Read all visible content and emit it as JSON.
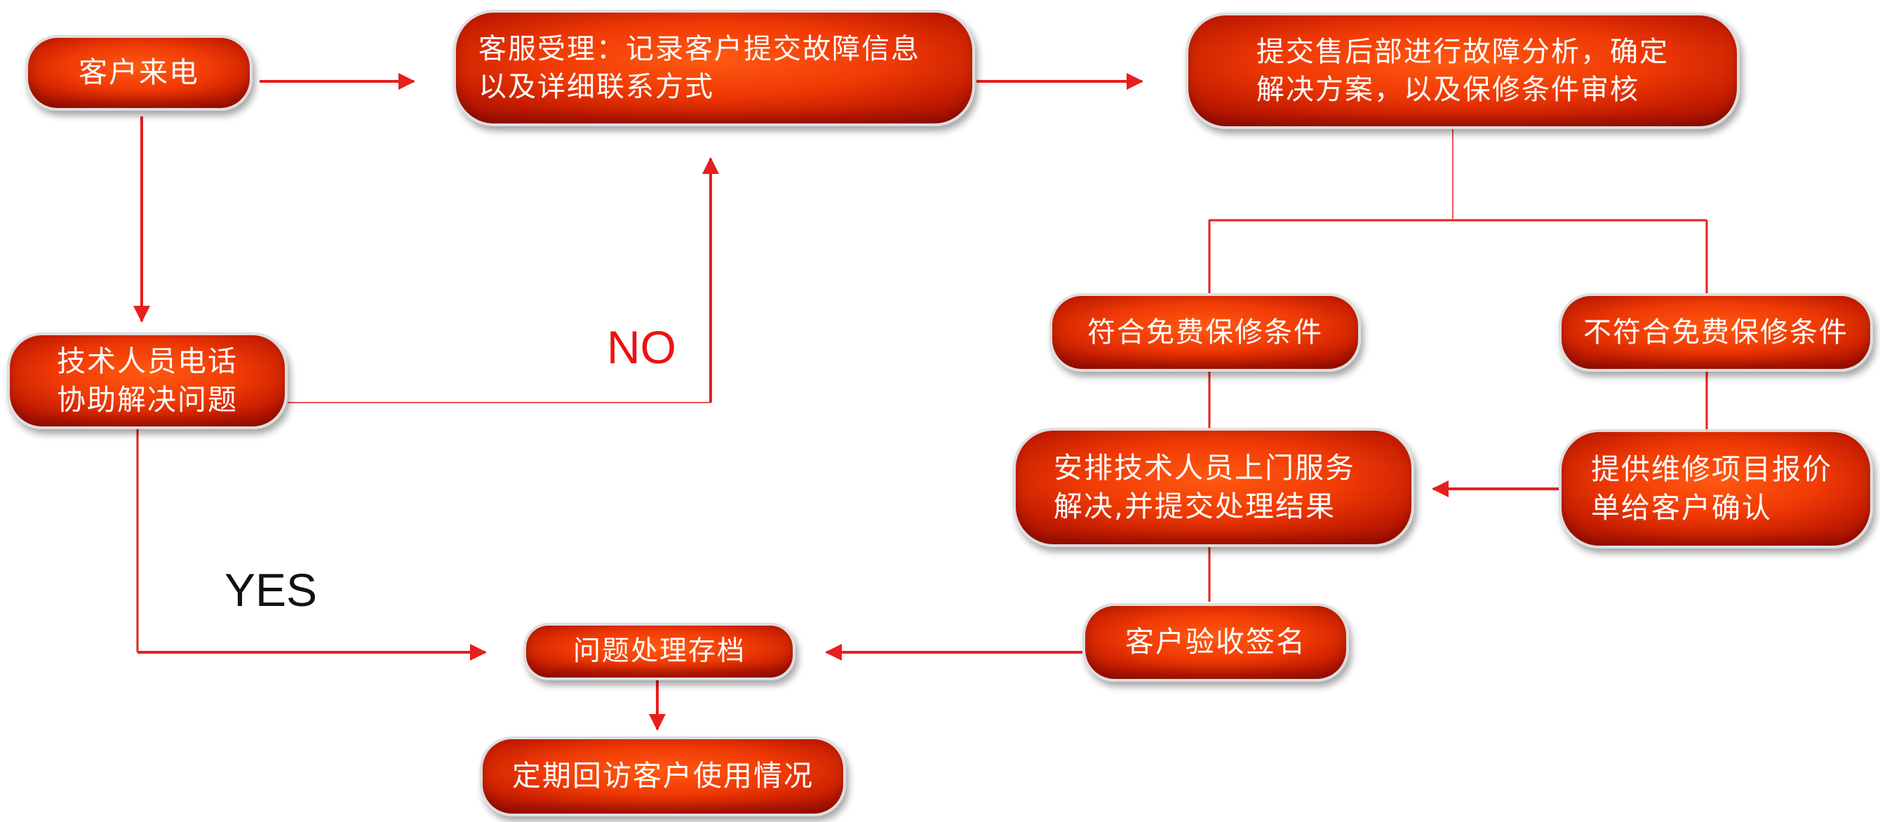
{
  "colors": {
    "arrow": "#e81e1e",
    "node_fill": "#f03a05",
    "node_border": "#dedede",
    "no_label": "#ee1111",
    "yes_label": "#111111"
  },
  "nodes": {
    "customer_call": "客户来电",
    "cs_accept": "客服受理：记录客户提交故障信息\n以及详细联系方式",
    "submit_after_sales": "提交售后部进行故障分析，确定\n解决方案，以及保修条件审核",
    "tech_phone_help": "技术人员电话\n协助解决问题",
    "meets_free_warranty": "符合免费保修条件",
    "not_meets_free_warranty": "不符合免费保修条件",
    "onsite_service": "安排技术人员上门服务\n解决,并提交处理结果",
    "repair_quote": "提供维修项目报价\n单给客户确认",
    "customer_sign": "客户验收签名",
    "archive": "问题处理存档",
    "follow_up": "定期回访客户使用情况"
  },
  "labels": {
    "no": "NO",
    "yes": "YES"
  }
}
